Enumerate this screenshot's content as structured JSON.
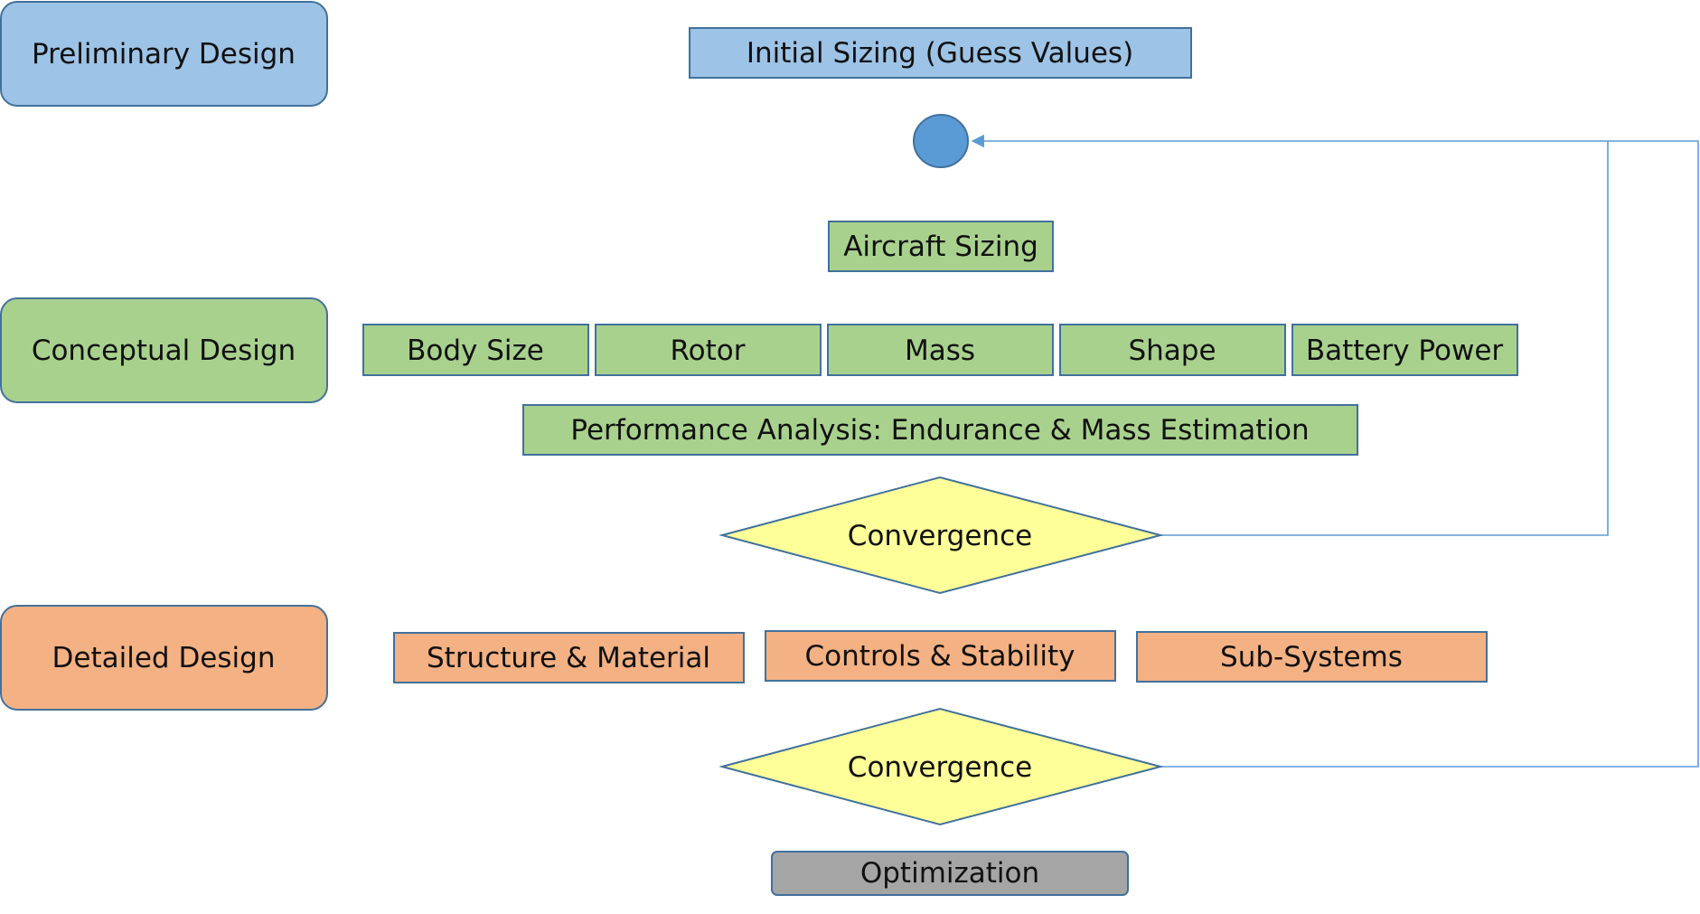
{
  "phases": {
    "preliminary": "Preliminary Design",
    "conceptual": "Conceptual Design",
    "detailed": "Detailed Design"
  },
  "boxes": {
    "initial_sizing": "Initial Sizing (Guess Values)",
    "aircraft_sizing": "Aircraft Sizing",
    "body_size": "Body Size",
    "rotor": "Rotor",
    "mass": "Mass",
    "shape": "Shape",
    "battery_power": "Battery Power",
    "performance_analysis": "Performance Analysis: Endurance & Mass Estimation",
    "structure_material": "Structure & Material",
    "controls_stability": "Controls & Stability",
    "sub_systems": "Sub-Systems",
    "optimization": "Optimization"
  },
  "decisions": {
    "convergence_1": "Convergence",
    "convergence_2": "Convergence"
  },
  "colors": {
    "preliminary_fill": "#9DC3E6",
    "conceptual_fill": "#A9D18E",
    "detailed_fill": "#F4B183",
    "decision_fill": "#FFFF99",
    "optimization_fill": "#A5A5A5",
    "junction_fill": "#5B9BD5",
    "stroke": "#41719C",
    "connector": "#5B9BD5"
  }
}
